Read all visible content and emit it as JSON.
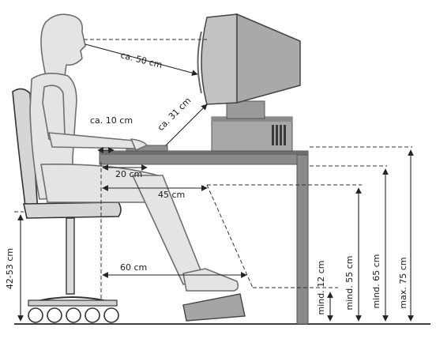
{
  "labels": {
    "eye_to_screen": "ca. 50 cm",
    "eye_to_keyboard": "ca. 31 cm",
    "forearm_clearance": "ca. 10 cm",
    "keyboard_edge": "20 cm",
    "knee_clearance": "45 cm",
    "foot_clearance": "60 cm",
    "seat_height": "42-53 cm",
    "footrest_height": "mind. 12 cm",
    "knee_height": "mind. 55 cm",
    "desk_min": "mind. 65 cm",
    "desk_max": "max. 75 cm"
  },
  "colors": {
    "figure_fill": "#e4e4e4",
    "figure_stroke": "#6f6f6f",
    "desk": "#8a8a8a",
    "monitor": "#b8b8b8",
    "monitor_dark": "#7a7a7a",
    "line": "#222222"
  }
}
